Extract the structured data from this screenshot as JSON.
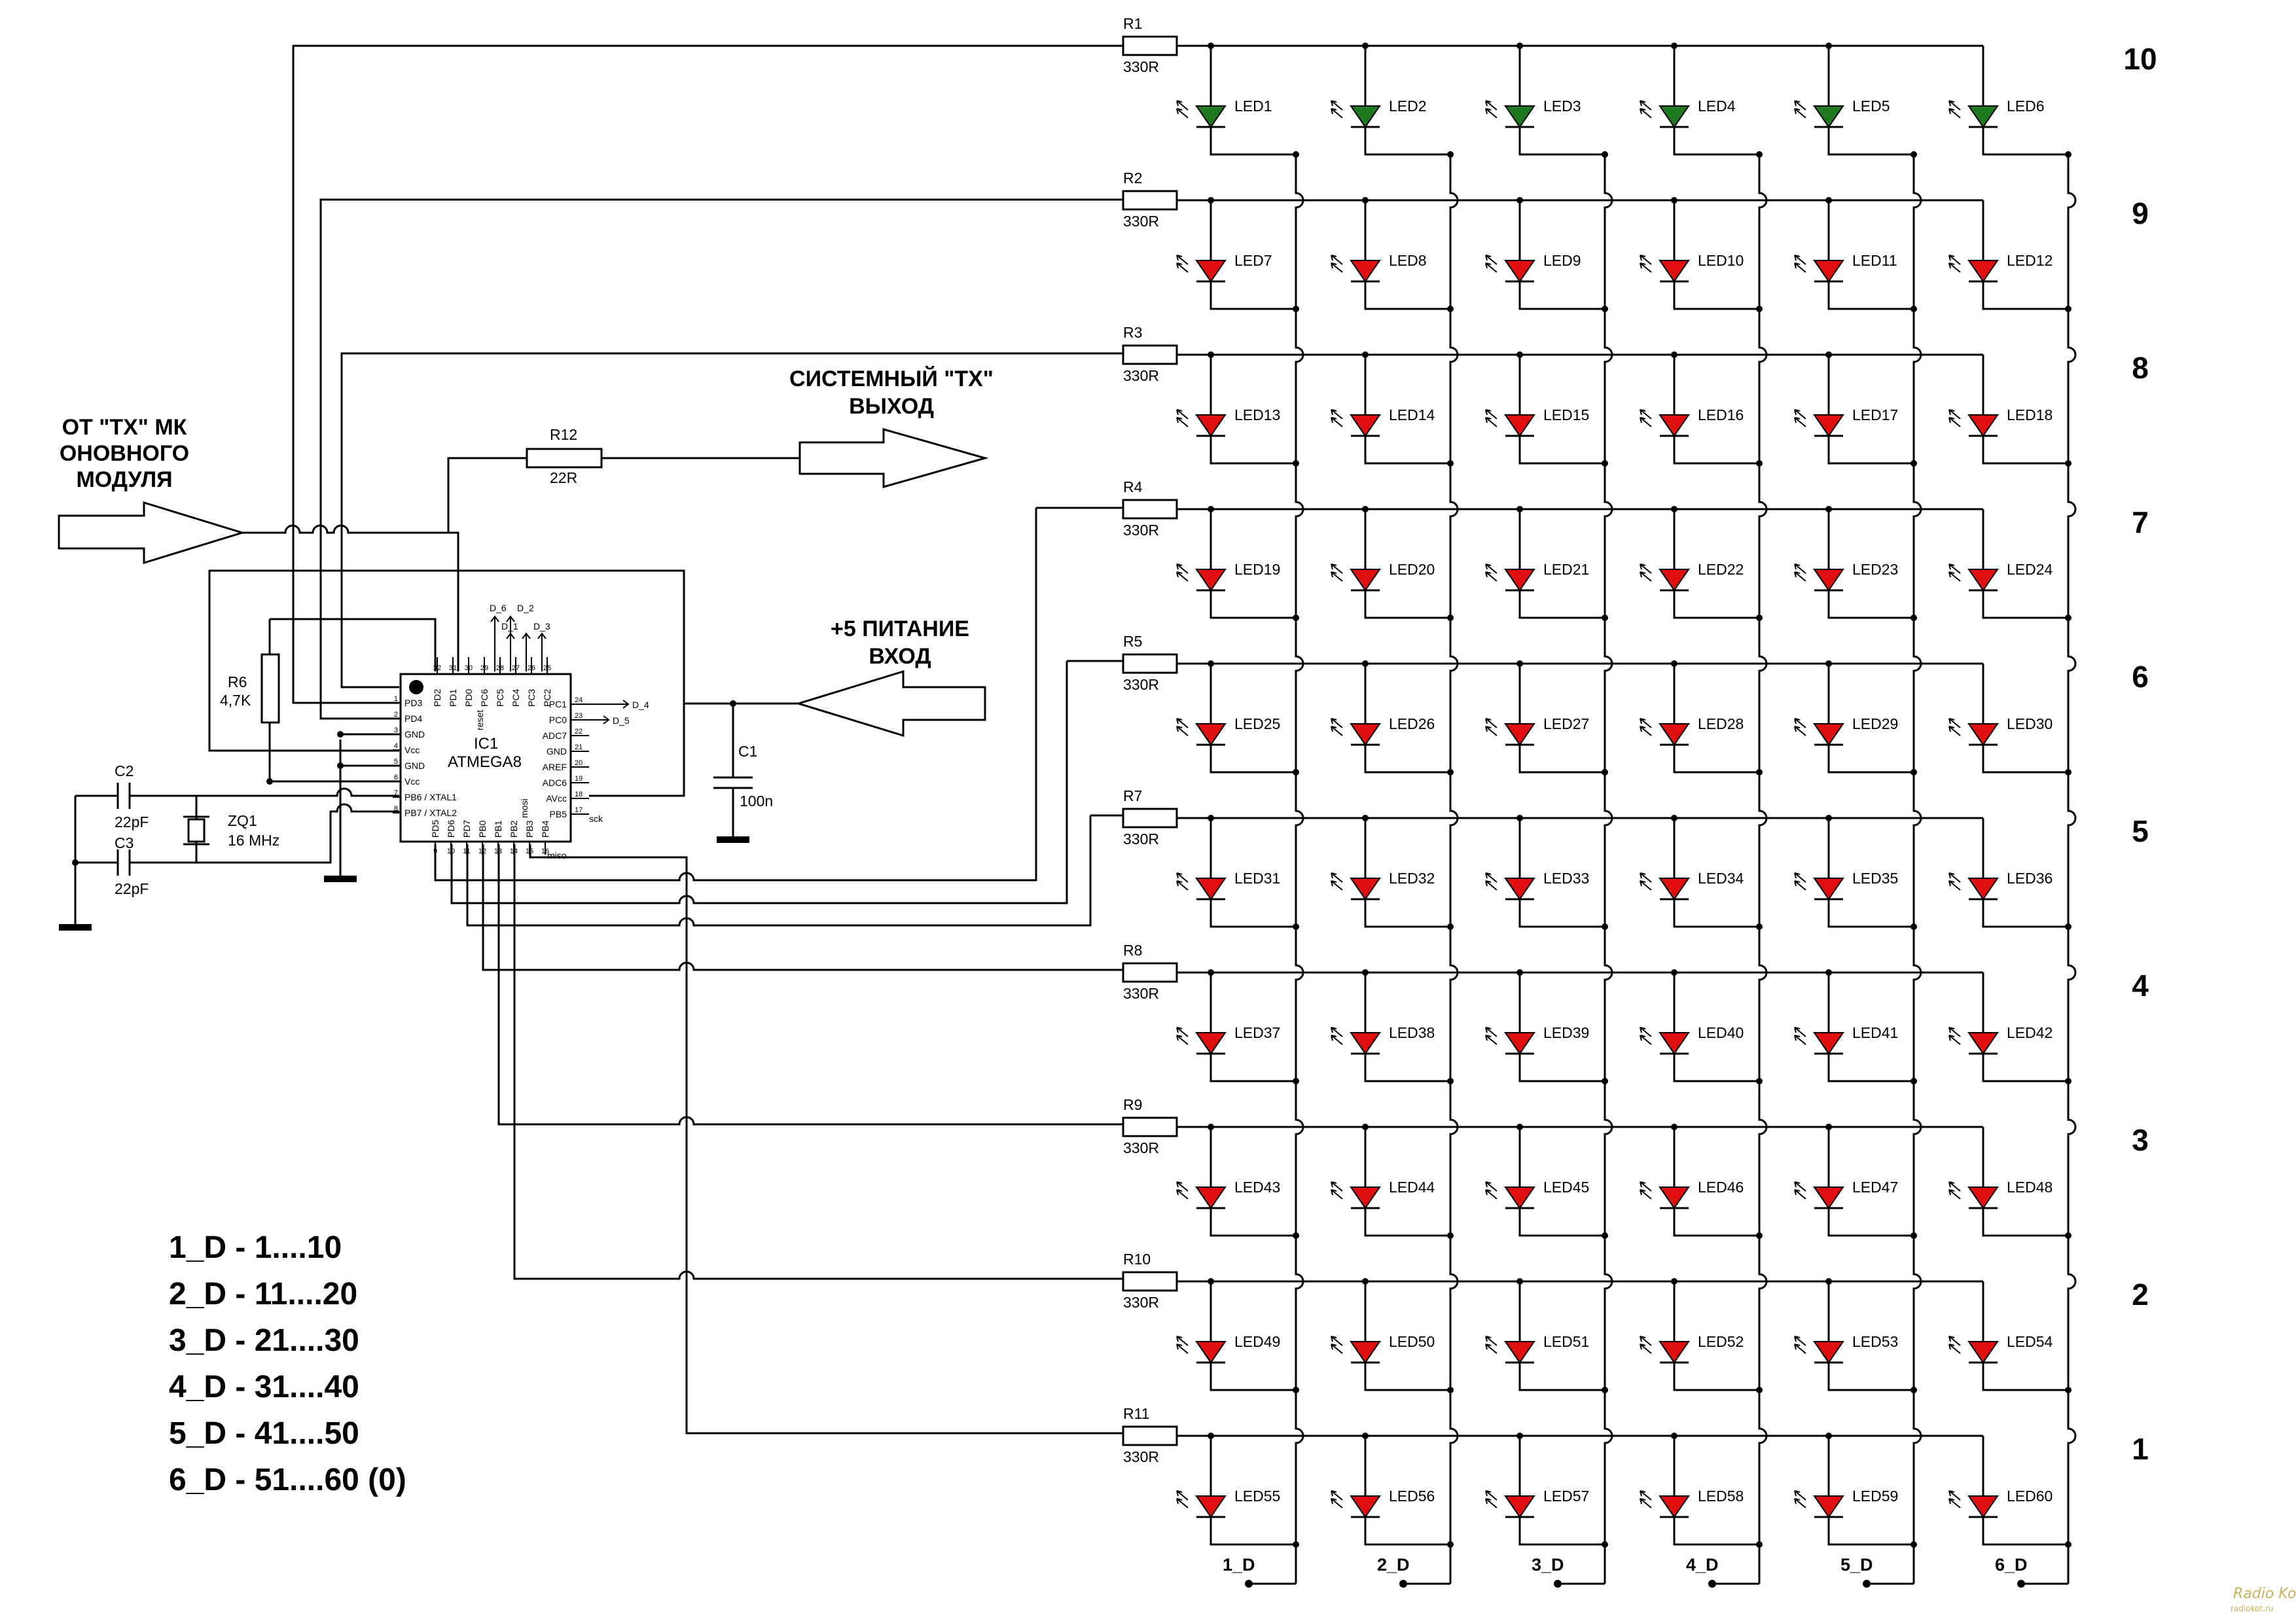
{
  "colors": {
    "led_green": "#1f7a1f",
    "led_red": "#e01010",
    "wire": "#000000",
    "background": "#ffffff"
  },
  "rows": {
    "resistor_value": "330R",
    "items": [
      {
        "resistor": "R1",
        "row_label": "10",
        "led_color": "green",
        "leds": [
          "LED1",
          "LED2",
          "LED3",
          "LED4",
          "LED5",
          "LED6"
        ]
      },
      {
        "resistor": "R2",
        "row_label": "9",
        "led_color": "red",
        "leds": [
          "LED7",
          "LED8",
          "LED9",
          "LED10",
          "LED11",
          "LED12"
        ]
      },
      {
        "resistor": "R3",
        "row_label": "8",
        "led_color": "red",
        "leds": [
          "LED13",
          "LED14",
          "LED15",
          "LED16",
          "LED17",
          "LED18"
        ]
      },
      {
        "resistor": "R4",
        "row_label": "7",
        "led_color": "red",
        "leds": [
          "LED19",
          "LED20",
          "LED21",
          "LED22",
          "LED23",
          "LED24"
        ]
      },
      {
        "resistor": "R5",
        "row_label": "6",
        "led_color": "red",
        "leds": [
          "LED25",
          "LED26",
          "LED27",
          "LED28",
          "LED29",
          "LED30"
        ]
      },
      {
        "resistor": "R7",
        "row_label": "5",
        "led_color": "red",
        "leds": [
          "LED31",
          "LED32",
          "LED33",
          "LED34",
          "LED35",
          "LED36"
        ]
      },
      {
        "resistor": "R8",
        "row_label": "4",
        "led_color": "red",
        "leds": [
          "LED37",
          "LED38",
          "LED39",
          "LED40",
          "LED41",
          "LED42"
        ]
      },
      {
        "resistor": "R9",
        "row_label": "3",
        "led_color": "red",
        "leds": [
          "LED43",
          "LED44",
          "LED45",
          "LED46",
          "LED47",
          "LED48"
        ]
      },
      {
        "resistor": "R10",
        "row_label": "2",
        "led_color": "red",
        "leds": [
          "LED49",
          "LED50",
          "LED51",
          "LED52",
          "LED53",
          "LED54"
        ]
      },
      {
        "resistor": "R11",
        "row_label": "1",
        "led_color": "red",
        "leds": [
          "LED55",
          "LED56",
          "LED57",
          "LED58",
          "LED59",
          "LED60"
        ]
      }
    ]
  },
  "columns": [
    "1_D",
    "2_D",
    "3_D",
    "4_D",
    "5_D",
    "6_D"
  ],
  "input_arrow": {
    "lines": [
      "ОТ \"ТХ\" МК",
      "ОНОВНОГО",
      "МОДУЛЯ"
    ]
  },
  "output_arrow": {
    "lines": [
      "СИСТЕМНЫЙ \"ТХ\"",
      "ВЫХОД"
    ]
  },
  "power_arrow": {
    "lines": [
      "+5 ПИТАНИЕ",
      "ВХОД"
    ]
  },
  "r12": {
    "name": "R12",
    "value": "22R"
  },
  "r6": {
    "name": "R6",
    "value": "4,7K"
  },
  "c1": {
    "name": "C1",
    "value": "100n"
  },
  "c2": {
    "name": "C2",
    "value": "22pF"
  },
  "c3": {
    "name": "C3",
    "value": "22pF"
  },
  "zq1": {
    "name": "ZQ1",
    "value": "16 MHz"
  },
  "ic1": {
    "name": "IC1",
    "part": "ATMEGA8",
    "reset_label": "reset",
    "mosi_label": "mosi",
    "miso_label": "miso",
    "sck_label": "sck",
    "left_pins": [
      {
        "num": "1",
        "name": "PD3"
      },
      {
        "num": "2",
        "name": "PD4"
      },
      {
        "num": "3",
        "name": "GND"
      },
      {
        "num": "4",
        "name": "Vcc"
      },
      {
        "num": "5",
        "name": "GND"
      },
      {
        "num": "6",
        "name": "Vcc"
      },
      {
        "num": "7",
        "name": "PB6 / XTAL1"
      },
      {
        "num": "8",
        "name": "PB7 / XTAL2"
      }
    ],
    "right_pins": [
      {
        "num": "24",
        "name": "PC1"
      },
      {
        "num": "23",
        "name": "PC0"
      },
      {
        "num": "22",
        "name": "ADC7"
      },
      {
        "num": "21",
        "name": "GND"
      },
      {
        "num": "20",
        "name": "AREF"
      },
      {
        "num": "19",
        "name": "ADC6"
      },
      {
        "num": "18",
        "name": "AVcc"
      },
      {
        "num": "17",
        "name": "PB5"
      }
    ],
    "top_pins": [
      {
        "num": "32",
        "name": "PD2"
      },
      {
        "num": "31",
        "name": "PD1"
      },
      {
        "num": "30",
        "name": "PD0"
      },
      {
        "num": "29",
        "name": "PC6"
      },
      {
        "num": "28",
        "name": "PC5"
      },
      {
        "num": "27",
        "name": "PC4"
      },
      {
        "num": "26",
        "name": "PC3"
      },
      {
        "num": "25",
        "name": "PC2"
      }
    ],
    "bottom_pins": [
      {
        "num": "9",
        "name": "PD5"
      },
      {
        "num": "10",
        "name": "PD6"
      },
      {
        "num": "11",
        "name": "PD7"
      },
      {
        "num": "12",
        "name": "PB0"
      },
      {
        "num": "13",
        "name": "PB1"
      },
      {
        "num": "14",
        "name": "PB2"
      },
      {
        "num": "15",
        "name": "PB3"
      },
      {
        "num": "16",
        "name": "PB4"
      }
    ],
    "top_net_labels": [
      "D_6",
      "D_2",
      "D_1",
      "D_3"
    ],
    "right_net_labels": [
      "D_4",
      "D_5"
    ]
  },
  "legend": [
    "1_D - 1....10",
    "2_D - 11....20",
    "3_D - 21....30",
    "4_D - 31....40",
    "5_D - 41....50",
    "6_D - 51....60 (0)"
  ],
  "watermark": {
    "lines": [
      "Radio Kot",
      "radiokot.ru"
    ]
  }
}
